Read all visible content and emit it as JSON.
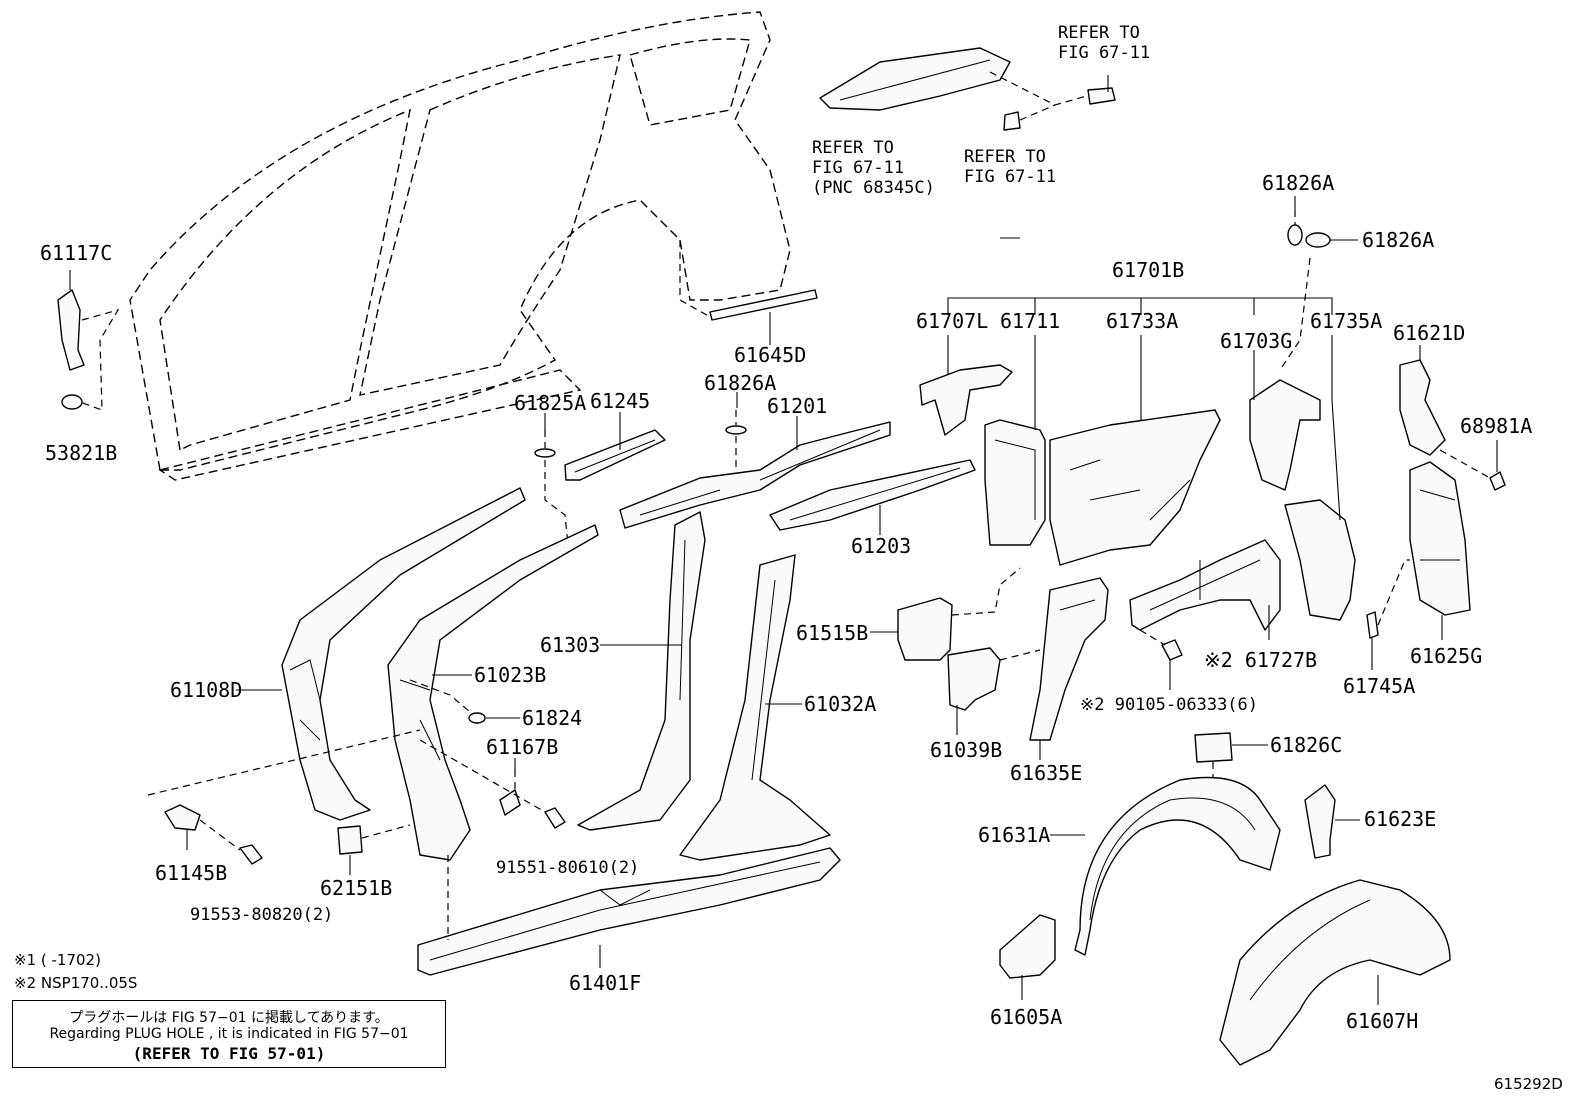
{
  "labels": {
    "p61117C": "61117C",
    "p53821B": "53821B",
    "p61645D": "61645D",
    "p61825A": "61825A",
    "p61245": "61245",
    "p61826A_mid": "61826A",
    "p61201": "61201",
    "p61203": "61203",
    "p61108D": "61108D",
    "p61023B": "61023B",
    "p61824": "61824",
    "p61167B": "61167B",
    "p61303": "61303",
    "p61032A": "61032A",
    "p61145B": "61145B",
    "p62151B": "62151B",
    "p91553": "91553-80820(2)",
    "p91551": "91551-80610(2)",
    "p61401F": "61401F",
    "refer_top": [
      "REFER TO",
      "FIG 67-11"
    ],
    "refer_mid_left": [
      "REFER TO",
      "FIG 67-11",
      "(PNC 68345C)"
    ],
    "refer_mid_right": [
      "REFER TO",
      "FIG 67-11"
    ],
    "p61826A_top": "61826A",
    "p61826A_right": "61826A",
    "p61701B": "61701B",
    "p61707L": "61707L",
    "p61711": "61711",
    "p61733A": "61733A",
    "p61703G": "61703G",
    "p61735A": "61735A",
    "p61621D": "61621D",
    "p68981A": "68981A",
    "p61515B": "61515B",
    "p61727B": "※2 61727B",
    "p61745A": "61745A",
    "p61625G": "61625G",
    "p61039B": "61039B",
    "p61635E": "61635E",
    "p90105": "※2 90105-06333(6)",
    "p61826C": "61826C",
    "p61631A": "61631A",
    "p61623E": "61623E",
    "p61605A": "61605A",
    "p61607H": "61607H"
  },
  "notes": {
    "n1": "※1 (     -1702)",
    "n2": "※2 NSP170..05S"
  },
  "note_box": {
    "line1": "プラグホールは FIG 57−01 に掲載してあります。",
    "line2": "Regarding  PLUG  HOLE , it is indicated in  FIG  57−01",
    "line3": "(REFER TO FIG 57-01)"
  },
  "figure_id": "615292D"
}
